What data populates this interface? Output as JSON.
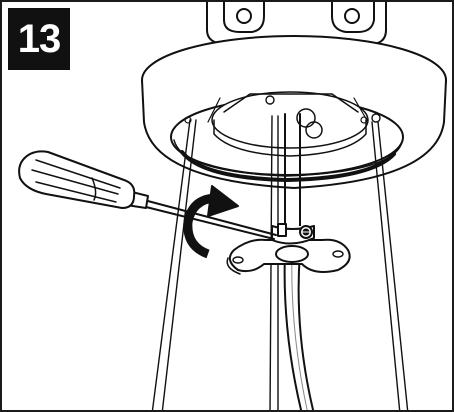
{
  "step": {
    "number": "13"
  },
  "colors": {
    "ink": "#111111",
    "paper": "#ffffff",
    "shade": "#d9d9d9"
  },
  "illustration": {
    "icons": [
      "ceiling-canopy",
      "mounting-bracket",
      "screwdriver",
      "clockwise-rotation-arrow",
      "cable-clamp",
      "support-cable",
      "center-rod"
    ]
  }
}
